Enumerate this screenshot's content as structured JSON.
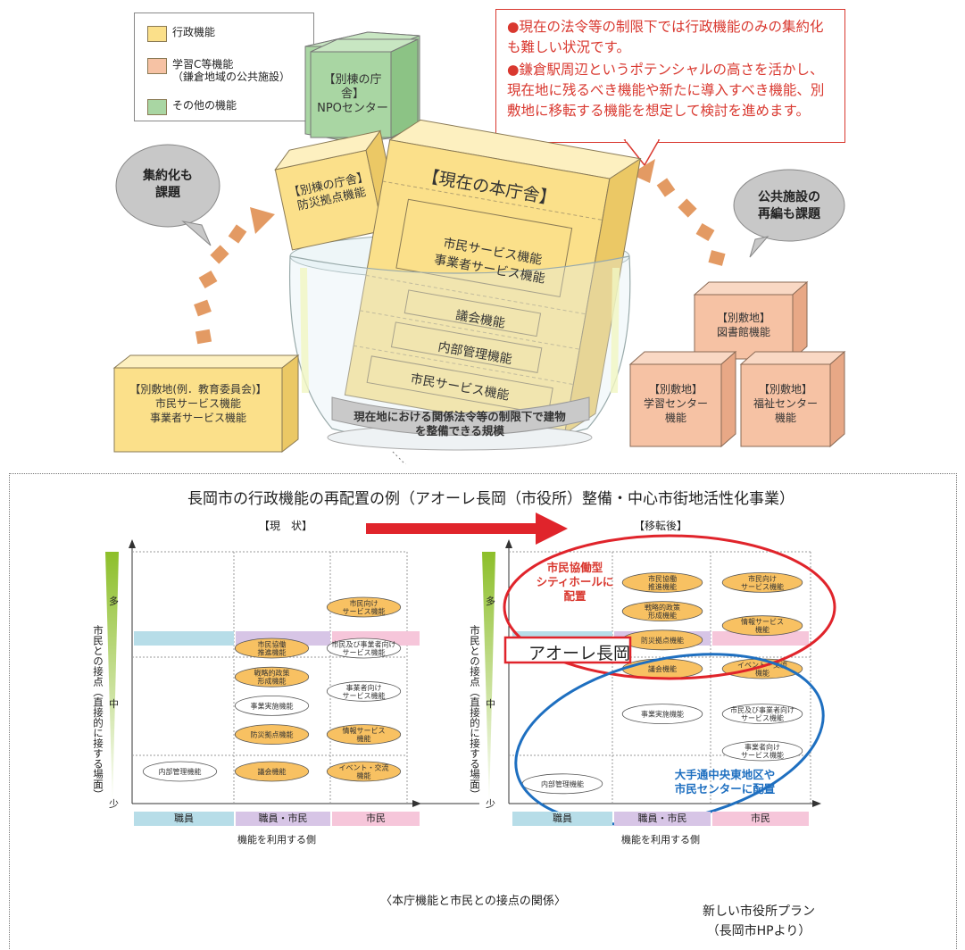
{
  "legend": {
    "items": [
      {
        "label": "行政機能",
        "color": "#fbe08a"
      },
      {
        "label": "学習C等機能\n（鎌倉地域の公共施設）",
        "color": "#f6c2a4"
      },
      {
        "label": "その他の機能",
        "color": "#a9d6a3"
      }
    ]
  },
  "note": {
    "line1": "●現在の法令等の制限下では行政機能のみの集約化も難しい状況です。",
    "line2": "●鎌倉駅周辺というポテンシャルの高さを活かし、現在地に残るべき機能や新たに導入すべき機能、別敷地に移転する機能を想定して検討を進めます。"
  },
  "bubbles": {
    "left": "集約化も\n課題",
    "right": "公共施設の\n再編も課題"
  },
  "buildings": {
    "npo": "【別棟の庁舎】\nNPOセンター",
    "bousai": "【別棟の庁舎】\n防災拠点機能",
    "main_title": "【現在の本庁舎】",
    "main_f1": "市民サービス機能\n事業者サービス機能",
    "main_f2": "議会機能",
    "main_f3": "内部管理機能",
    "main_f4": "市民サービス機能",
    "bowl_caption": "現在地における関係法令等の制限下で建物\nを整備できる規模",
    "left_box": "【別敷地(例．教育委員会)】\n市民サービス機能\n事業者サービス機能",
    "library": "【別敷地】\n図書館機能",
    "learning": "【別敷地】\n学習センター\n機能",
    "welfare": "【別敷地】\n福祉センター\n機能"
  },
  "lower": {
    "title": "長岡市の行政機能の再配置の例（アオーレ長岡（市役所）整備・中心市街地活性化事業）",
    "left_label": "【現　状】",
    "right_label": "【移転後】",
    "y_axis": "市民との接点（直接的に接する場面）",
    "y_high": "多",
    "y_mid": "中",
    "y_low": "少",
    "x_cats": [
      "職員",
      "職員・市民",
      "市民"
    ],
    "x_axis": "機能を利用する側",
    "caption": "〈本庁機能と市民との接点の関係〉",
    "plan": "新しい市役所プラン",
    "source": "（長岡市HPより）",
    "aore": "アオーレ長岡",
    "red_note": "市民協働型\nシティホールに\n配置",
    "blue_note": "大手通中央東地区や\n市民センターに配置"
  },
  "grid_left": [
    {
      "col": 2,
      "row": 0,
      "text": "市民向け\nサービス機能",
      "fill": "#f8c162"
    },
    {
      "col": 1,
      "row": 1,
      "text": "市民協働\n推進機能",
      "fill": "#f8c162"
    },
    {
      "col": 1,
      "row": 1.7,
      "text": "戦略的政策\n形成機能",
      "fill": "#f8c162"
    },
    {
      "col": 1,
      "row": 2.4,
      "text": "事業実施機能",
      "fill": "#ffffff"
    },
    {
      "col": 1,
      "row": 3.1,
      "text": "防災拠点機能",
      "fill": "#f8c162"
    },
    {
      "col": 2,
      "row": 1,
      "text": "市民及び事業者向け\nサービス機能",
      "fill": "#ffffff"
    },
    {
      "col": 2,
      "row": 2.05,
      "text": "事業者向け\nサービス機能",
      "fill": "#ffffff"
    },
    {
      "col": 2,
      "row": 3.1,
      "text": "情報サービス\n機能",
      "fill": "#f8c162"
    },
    {
      "col": 0,
      "row": 4,
      "text": "内部管理機能",
      "fill": "#ffffff"
    },
    {
      "col": 1,
      "row": 4,
      "text": "議会機能",
      "fill": "#f8c162"
    },
    {
      "col": 2,
      "row": 4,
      "text": "イベント・交流\n機能",
      "fill": "#f8c162"
    }
  ],
  "grid_right": [
    {
      "col": 1,
      "row": -0.6,
      "text": "市民協働\n推進機能",
      "fill": "#f8c162"
    },
    {
      "col": 1,
      "row": 0.1,
      "text": "戦略的政策\n形成機能",
      "fill": "#f8c162"
    },
    {
      "col": 1,
      "row": 0.8,
      "text": "防災拠点機能",
      "fill": "#f8c162"
    },
    {
      "col": 1,
      "row": 1.5,
      "text": "議会機能",
      "fill": "#f8c162"
    },
    {
      "col": 2,
      "row": -0.6,
      "text": "市民向け\nサービス機能",
      "fill": "#f8c162"
    },
    {
      "col": 2,
      "row": 0.45,
      "text": "情報サービス\n機能",
      "fill": "#f8c162"
    },
    {
      "col": 2,
      "row": 1.5,
      "text": "イベント・交流\n機能",
      "fill": "#f8c162"
    },
    {
      "col": 1,
      "row": 2.6,
      "text": "事業実施機能",
      "fill": "#ffffff"
    },
    {
      "col": 2,
      "row": 2.6,
      "text": "市民及び事業者向け\nサービス機能",
      "fill": "#ffffff"
    },
    {
      "col": 2,
      "row": 3.5,
      "text": "事業者向け\nサービス機能",
      "fill": "#ffffff"
    },
    {
      "col": 0,
      "row": 4.3,
      "text": "内部管理機能",
      "fill": "#ffffff"
    }
  ]
}
